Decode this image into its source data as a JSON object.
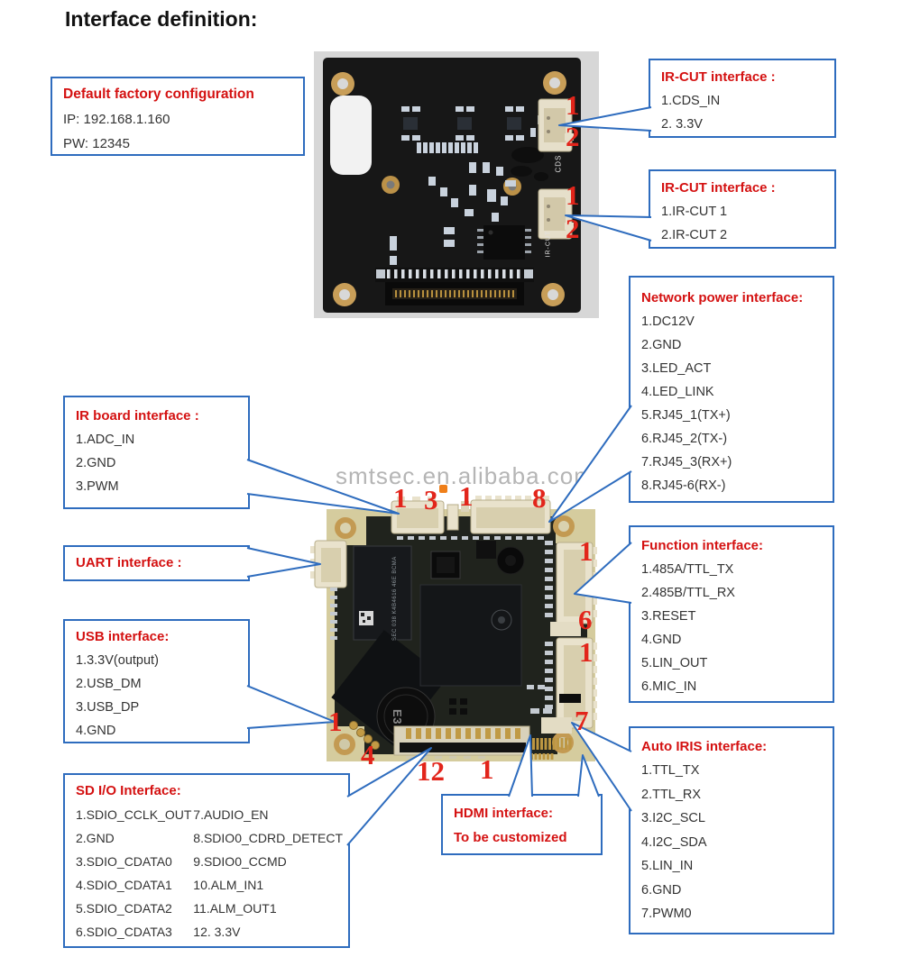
{
  "page": {
    "title": "Interface definition:",
    "watermark": "smtsec.en.alibaba.com"
  },
  "colors": {
    "accent_blue": "#2e6cbe",
    "title_red": "#d41111",
    "pin_number_red": "#e2251b",
    "item_text": "#333333"
  },
  "config_box": {
    "title": "Default factory configuration",
    "ip": "IP: 192.168.1.160",
    "pw": "PW: 12345"
  },
  "callouts": {
    "ircut_top": {
      "title": "IR-CUT interface :",
      "items": [
        "1.CDS_IN",
        "2. 3.3V"
      ]
    },
    "ircut_bottom": {
      "title": "IR-CUT interface :",
      "items": [
        "1.IR-CUT 1",
        "2.IR-CUT 2"
      ]
    },
    "network_power": {
      "title": "Network power interface:",
      "items": [
        "1.DC12V",
        "2.GND",
        "3.LED_ACT",
        "4.LED_LINK",
        "5.RJ45_1(TX+)",
        "6.RJ45_2(TX-)",
        "7.RJ45_3(RX+)",
        "8.RJ45-6(RX-)"
      ]
    },
    "ir_board": {
      "title": "IR board interface :",
      "items": [
        "1.ADC_IN",
        "2.GND",
        "3.PWM"
      ]
    },
    "uart": {
      "title": "UART interface :"
    },
    "usb": {
      "title": "USB interface:",
      "items": [
        "1.3.3V(output)",
        "2.USB_DM",
        "3.USB_DP",
        "4.GND"
      ]
    },
    "sd_io": {
      "title": "SD I/O Interface:",
      "col1": [
        "1.SDIO_CCLK_OUT",
        "2.GND",
        "3.SDIO_CDATA0",
        "4.SDIO_CDATA1",
        "5.SDIO_CDATA2",
        "6.SDIO_CDATA3"
      ],
      "col2": [
        "7.AUDIO_EN",
        "8.SDIO0_CDRD_DETECT",
        "9.SDIO0_CCMD",
        "10.ALM_IN1",
        "11.ALM_OUT1",
        "12. 3.3V"
      ]
    },
    "hdmi": {
      "title": "HDMI interface:",
      "subtitle": "To be customized"
    },
    "function": {
      "title": "Function interface:",
      "items": [
        "1.485A/TTL_TX",
        "2.485B/TTL_RX",
        "3.RESET",
        "4.GND",
        "5.LIN_OUT",
        "6.MIC_IN"
      ]
    },
    "auto_iris": {
      "title": "Auto IRIS interface:",
      "items": [
        "1.TTL_TX",
        "2.TTL_RX",
        "3.I2C_SCL",
        "4.I2C_SDA",
        "5.LIN_IN",
        "6.GND",
        "7.PWM0"
      ]
    }
  },
  "board_top": {
    "silk_cds": "CDS",
    "silk_ircut": "IR-CUT",
    "pins": [
      "1",
      "2",
      "1",
      "2"
    ]
  },
  "board_bottom": {
    "pins_top": [
      "1",
      "3",
      "1",
      "8"
    ],
    "pins_right": [
      "1",
      "6",
      "1",
      "7"
    ],
    "pins_bottom": [
      "1",
      "4",
      "12",
      "1"
    ],
    "ram_marking": "SEC 038 K4B4616 46E BCMA",
    "cap_marking": "E3"
  }
}
